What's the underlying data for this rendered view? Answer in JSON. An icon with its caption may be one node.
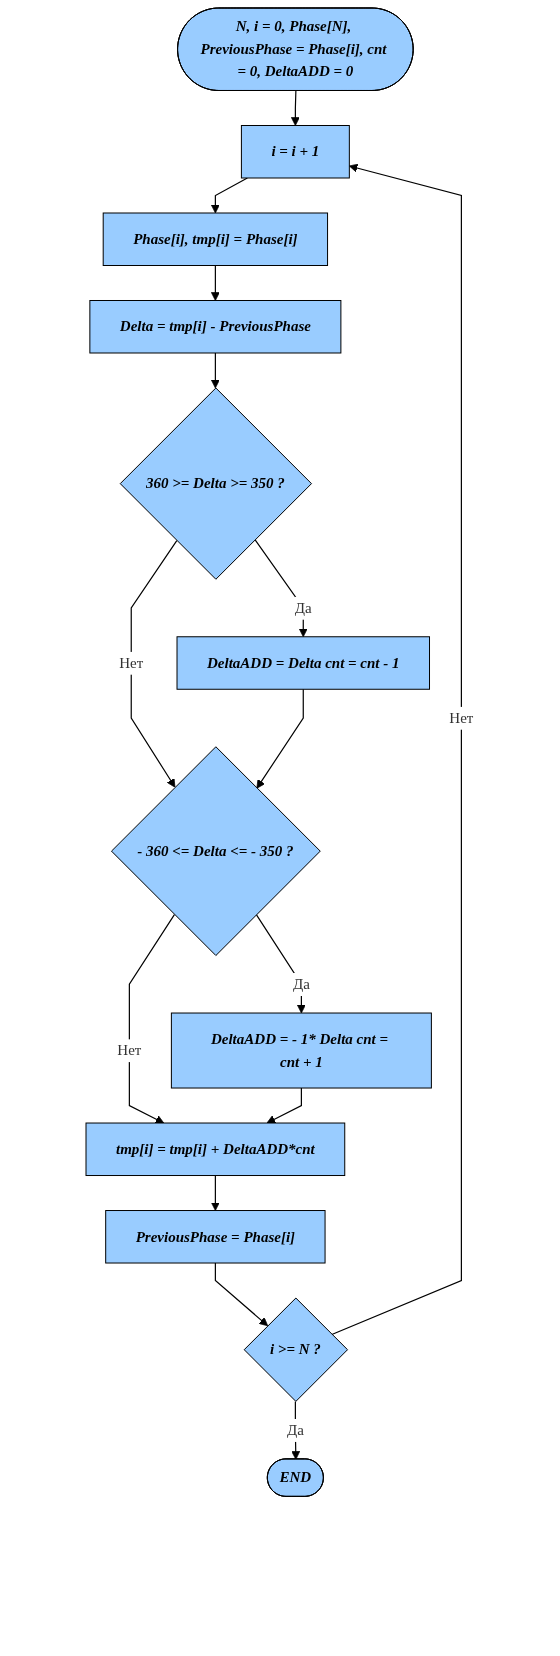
{
  "diagram": {
    "nodes": [
      {
        "text": [
          "N, i = 0, Phase[N], PreviousPhase = Phase[i], cnt = 0, DeltaADD = 0"
        ]
      },
      {
        "text": [
          "i = i + 1"
        ]
      },
      {
        "text": [
          "Phase[i], tmp[i] = Phase[i]"
        ]
      },
      {
        "text": [
          "Delta = tmp[i] - PreviousPhase"
        ]
      },
      {
        "text": [
          "360 >= Delta >= 350 ?"
        ]
      },
      {
        "text": [
          "DeltaADD = Delta cnt = cnt - 1"
        ]
      },
      {
        "text": [
          "- 360 <= Delta <= - 350 ?"
        ]
      },
      {
        "text": [
          "DeltaADD = - 1* Delta cnt = cnt + 1"
        ]
      },
      {
        "text": [
          "tmp[i] = tmp[i] + DeltaADD*cnt"
        ]
      },
      {
        "text": [
          "PreviousPhase = Phase[i]"
        ]
      },
      {
        "text": [
          "i >= N ?"
        ]
      },
      {
        "text": [
          "END"
        ]
      }
    ],
    "edges": [
      {
        "from": 0,
        "to": 1,
        "arrow": "to"
      },
      {
        "from": 1,
        "to": 2,
        "arrow": "to"
      },
      {
        "from": 2,
        "to": 3,
        "arrow": "to"
      },
      {
        "from": 3,
        "to": 4,
        "arrow": "to"
      },
      {
        "from": 4,
        "to": 5,
        "label": "Да",
        "arrow": "to"
      },
      {
        "from": 4,
        "to": 6,
        "label": "Нет",
        "arrow": "to"
      },
      {
        "from": 5,
        "to": 6,
        "arrow": "to"
      },
      {
        "from": 6,
        "to": 7,
        "label": "Да",
        "arrow": "to"
      },
      {
        "from": 6,
        "to": 8,
        "label": "Нет",
        "arrow": "to"
      },
      {
        "from": 7,
        "to": 8,
        "arrow": "to"
      },
      {
        "from": 8,
        "to": 9,
        "arrow": "to"
      },
      {
        "from": 9,
        "to": 10,
        "arrow": "to"
      },
      {
        "from": 10,
        "to": 1,
        "label": "Нет",
        "arrow": "to"
      },
      {
        "from": 10,
        "to": 11,
        "label": "Да",
        "arrow": "to"
      }
    ]
  }
}
